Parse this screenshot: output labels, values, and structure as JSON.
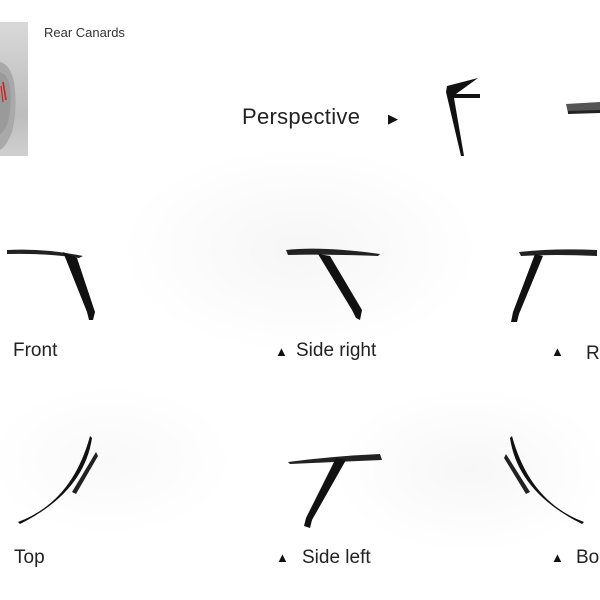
{
  "header": {
    "title": "Rear Canards"
  },
  "views": {
    "perspective": "Perspective",
    "front": "Front",
    "side_right": "Side right",
    "rear": "R",
    "top": "Top",
    "side_left": "Side left",
    "bottom": "Bo"
  },
  "icons": {
    "pointer_right": "▶",
    "pointer_up": "▲"
  },
  "colors": {
    "canard": "#111111",
    "text": "#222222"
  }
}
